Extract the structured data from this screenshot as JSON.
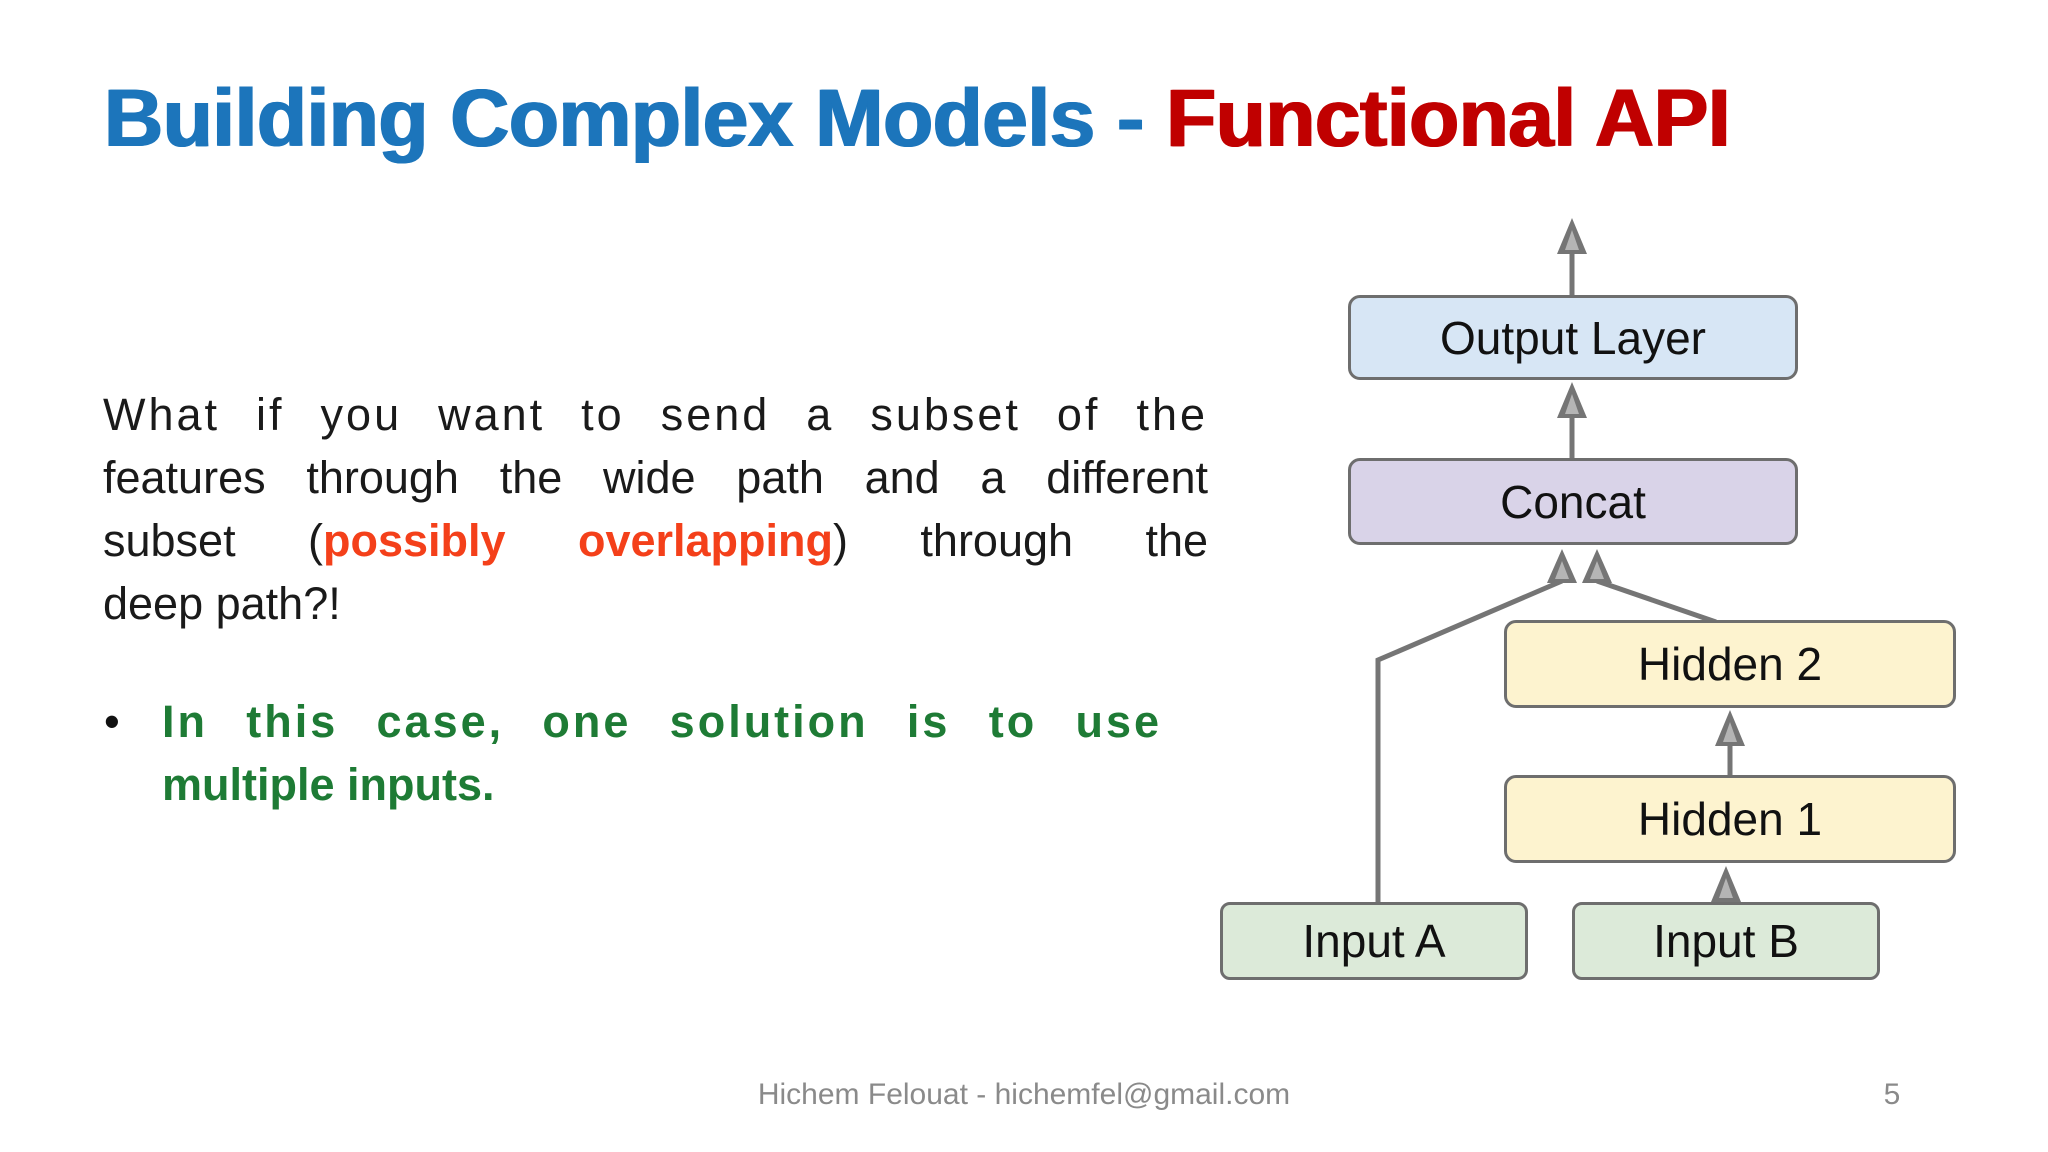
{
  "slide": {
    "title": {
      "blue_text": "Building Complex Models - ",
      "red_text": "Functional API"
    },
    "paragraph": {
      "line1": "What if you want to send a subset of the",
      "line2": "features through the wide path and a different",
      "line3_pre": "subset (",
      "line3_highlight": "possibly overlapping",
      "line3_post": ") through the",
      "line4": "deep path?!"
    },
    "bullet": {
      "marker": "•",
      "line1": "In this case, one solution is to use",
      "line2": "multiple inputs."
    },
    "diagram": {
      "nodes": [
        {
          "id": "output-layer",
          "label": "Output Layer",
          "fill": "#d7e6f5"
        },
        {
          "id": "concat",
          "label": "Concat",
          "fill": "#d9d3e8"
        },
        {
          "id": "hidden2",
          "label": "Hidden 2",
          "fill": "#fdf3cf"
        },
        {
          "id": "hidden1",
          "label": "Hidden 1",
          "fill": "#fdf3cf"
        },
        {
          "id": "input-a",
          "label": "Input A",
          "fill": "#dcead9"
        },
        {
          "id": "input-b",
          "label": "Input B",
          "fill": "#dcead9"
        }
      ],
      "border_color": "#6e6e6e",
      "arrow_color": "#757575"
    },
    "footer": {
      "credit": "Hichem Felouat - hichemfel@gmail.com",
      "page_number": "5"
    },
    "colors": {
      "title_blue": "#1c75bb",
      "title_red": "#c00000",
      "highlight_orange": "#f4401a",
      "bullet_green": "#1e7b35",
      "body_text": "#1a1a1a",
      "footer_gray": "#8a8a8a"
    }
  }
}
